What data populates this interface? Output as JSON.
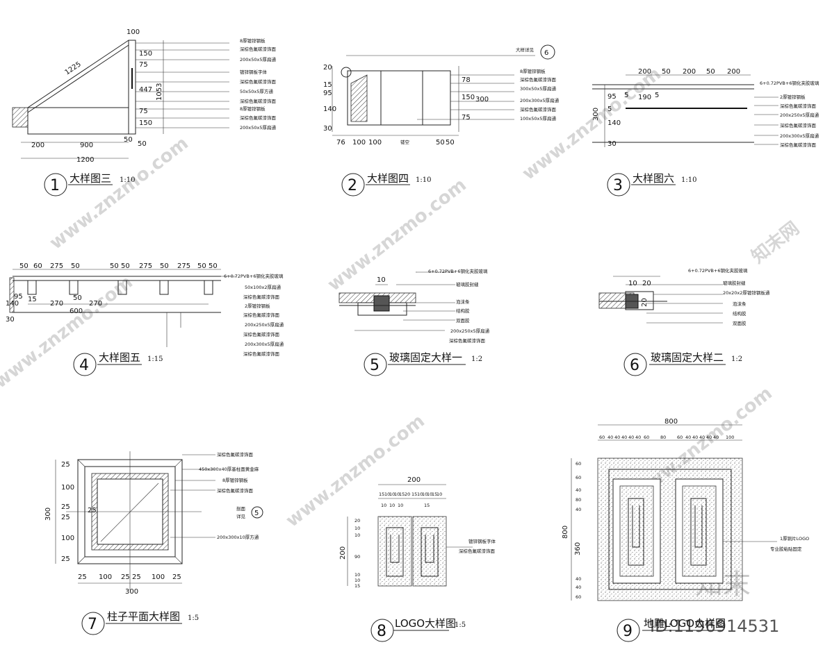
{
  "watermark": {
    "site": "www.znzmo.com",
    "cn": "知末网",
    "brand": "知末",
    "id": "ID:1196914531"
  },
  "details": [
    {
      "num": "1",
      "title": "大样图三",
      "scale": "1:10",
      "dims": [
        "100",
        "1225",
        "150",
        "75",
        "447",
        "1053",
        "75",
        "150",
        "200",
        "900",
        "50",
        "50",
        "1200"
      ],
      "notes": [
        "8厚镀锌钢板",
        "深棕色氟碳漆饰面",
        "200x50x5厚扁通",
        "镀锌钢板字体",
        "深棕色氟碳漆饰面",
        "50x50x5厚方通",
        "深棕色氟碳漆饰面",
        "8厚镀锌钢板",
        "深棕色氟碳漆饰面",
        "200x50x5厚扁通"
      ]
    },
    {
      "num": "2",
      "title": "大样图四",
      "scale": "1:10",
      "ref": "6",
      "dims": [
        "20",
        "15",
        "95",
        "140",
        "30",
        "78",
        "150",
        "300",
        "75",
        "76",
        "100",
        "100",
        "50",
        "50"
      ],
      "notes": [
        "大样详见",
        "8厚镀锌钢板",
        "深棕色氟碳漆饰面",
        "300x50x5厚扁通",
        "200x300x5厚扁通",
        "深棕色氟碳漆饰面",
        "100x50x5厚扁通"
      ],
      "label": "镂空"
    },
    {
      "num": "3",
      "title": "大样图六",
      "scale": "1:10",
      "dims": [
        "200",
        "50",
        "200",
        "50",
        "200",
        "5",
        "190",
        "5",
        "95",
        "5",
        "300",
        "140",
        "30"
      ],
      "notes": [
        "6+0.72PVB+6钢化夹胶玻璃",
        "2厚镀锌钢板",
        "深棕色氟碳漆饰面",
        "200x250x5厚扁通",
        "深棕色氟碳漆饰面",
        "200x300x5厚扁通",
        "深棕色氟碳漆饰面"
      ]
    },
    {
      "num": "4",
      "title": "大样图五",
      "scale": "1:15",
      "dims": [
        "50",
        "60",
        "275",
        "50",
        "50",
        "50",
        "275",
        "50",
        "275",
        "50",
        "50",
        "270",
        "50",
        "270",
        "600",
        "15",
        "140",
        "95",
        "30"
      ],
      "notes": [
        "6+0.72PVB+6钢化夹胶玻璃",
        "50x100x2厚扁通",
        "深棕色氟碳漆饰面",
        "2厚镀锌钢板",
        "深棕色氟碳漆饰面",
        "200x250x5厚扁通",
        "深棕色氟碳漆饰面",
        "200x300x5厚扁通",
        "深棕色氟碳漆饰面"
      ]
    },
    {
      "num": "5",
      "title": "玻璃固定大样一",
      "scale": "1:2",
      "dims": [
        "10"
      ],
      "notes": [
        "6+0.72PVB+6钢化夹胶玻璃",
        "玻璃胶封缝",
        "泡沫条",
        "结构胶",
        "双面胶",
        "200x250x5厚扁通",
        "深棕色氟碳漆饰面"
      ]
    },
    {
      "num": "6",
      "title": "玻璃固定大样二",
      "scale": "1:2",
      "dims": [
        "10",
        "20",
        "20"
      ],
      "notes": [
        "6+0.72PVB+6钢化夹胶玻璃",
        "玻璃胶封缝",
        "20x20x2厚镀锌钢板通",
        "泡沫条",
        "结构胶",
        "双面胶"
      ]
    },
    {
      "num": "7",
      "title": "柱子平面大样图",
      "scale": "1:5",
      "dims": [
        "25",
        "100",
        "25",
        "25",
        "100",
        "25",
        "300",
        "25",
        "100",
        "25",
        "25",
        "100",
        "25",
        "300",
        "25"
      ],
      "notes": [
        "深棕色氟碳漆饰面",
        "450x300x40厚基柱面黄金麻",
        "8厚镀锌钢板",
        "深棕色氟碳漆饰面",
        "剖面",
        "详见",
        "200x300x10厚方通"
      ],
      "ref": "5"
    },
    {
      "num": "8",
      "title": "LOGO大样图",
      "scale": "1:5",
      "dims": [
        "200",
        "15",
        "10",
        "10",
        "10",
        "15",
        "20",
        "15",
        "10",
        "10",
        "10",
        "15",
        "10",
        "10",
        "10",
        "10",
        "15",
        "20",
        "10",
        "10",
        "200",
        "90",
        "10",
        "10",
        "15"
      ],
      "notes": [
        "镀锌钢板字体",
        "深棕色氟碳漆饰面"
      ]
    },
    {
      "num": "9",
      "title": "地雕LOGO大样图",
      "scale": "",
      "dims": [
        "800",
        "60",
        "40",
        "40",
        "40",
        "40",
        "40",
        "60",
        "80",
        "60",
        "40",
        "40",
        "40",
        "40",
        "40",
        "100",
        "60",
        "60",
        "40",
        "80",
        "40",
        "360",
        "800",
        "40",
        "40",
        "60"
      ],
      "notes": [
        "1厚铜片LOGO",
        "专业胶粘贴固定"
      ]
    }
  ]
}
